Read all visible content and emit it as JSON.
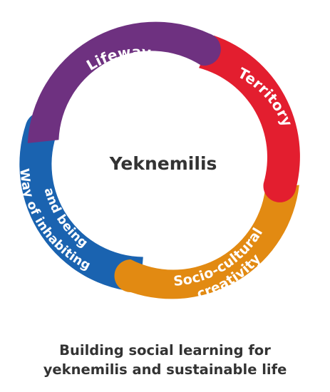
{
  "center_title": "Yeknemilis",
  "segments": [
    {
      "key": "lifeway",
      "lines": [
        "Lifeway"
      ],
      "color": "#6e3180"
    },
    {
      "key": "territory",
      "lines": [
        "Territory"
      ],
      "color": "#e31e2f"
    },
    {
      "key": "creativity",
      "lines": [
        "Socio-cultural",
        "creativity"
      ],
      "color": "#e28a12"
    },
    {
      "key": "inhabiting",
      "lines": [
        "Way of inhabiting",
        "and being"
      ],
      "color": "#1a63b0"
    }
  ],
  "caption": {
    "line1": "Building social learning for",
    "line2": "yeknemilis and sustainable life"
  }
}
